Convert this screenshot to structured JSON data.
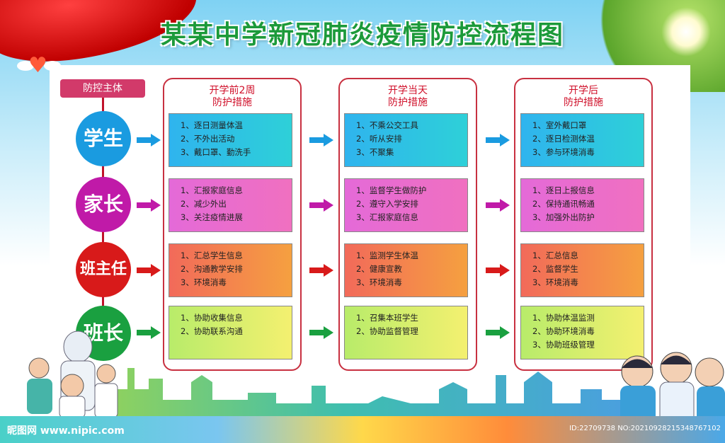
{
  "title": "某某中学新冠肺炎疫情防控流程图",
  "subject_header": "防控主体",
  "subjects": [
    {
      "label": "学生",
      "color": "#1a9be0"
    },
    {
      "label": "家长",
      "color": "#c01aa8"
    },
    {
      "label": "班主任",
      "color": "#d81a1a"
    },
    {
      "label": "班长",
      "color": "#1aa040"
    }
  ],
  "columns": [
    {
      "line1": "开学前2周",
      "line2": "防护措施"
    },
    {
      "line1": "开学当天",
      "line2": "防护措施"
    },
    {
      "line1": "开学后",
      "line2": "防护措施"
    }
  ],
  "rows": [
    {
      "cells": [
        [
          "1、逐日测量体温",
          "2、不外出活动",
          "3、戴口罩、勤洗手"
        ],
        [
          "1、不乘公交工具",
          "2、听从安排",
          "3、不聚集"
        ],
        [
          "1、室外戴口罩",
          "2、逐日检测体温",
          "3、参与环境消毒"
        ]
      ]
    },
    {
      "cells": [
        [
          "1、汇报家庭信息",
          "2、减少外出",
          "3、关注疫情进展"
        ],
        [
          "1、监督学生做防护",
          "2、遵守入学安排",
          "3、汇报家庭信息"
        ],
        [
          "1、逐日上报信息",
          "2、保持通讯畅通",
          "3、加强外出防护"
        ]
      ]
    },
    {
      "cells": [
        [
          "1、汇总学生信息",
          "2、沟通教学安排",
          "3、环境消毒"
        ],
        [
          "1、监测学生体温",
          "2、健康宣教",
          "3、环境消毒"
        ],
        [
          "1、汇总信息",
          "2、监督学生",
          "3、环境消毒"
        ]
      ]
    },
    {
      "cells": [
        [
          "1、协助收集信息",
          "2、协助联系沟通"
        ],
        [
          "1、召集本班学生",
          "2、协助监督管理"
        ],
        [
          "1、协助体温监测",
          "2、协助环境消毒",
          "3、协助班级管理"
        ]
      ]
    }
  ],
  "row_gradients": [
    [
      "#2fb4ee",
      "#2ed0d8"
    ],
    [
      "#e46ad8",
      "#f070c0"
    ],
    [
      "#f26a5a",
      "#f5a040"
    ],
    [
      "#b8ec6a",
      "#f4f070"
    ]
  ],
  "watermark_left": "昵图网 www.nipic.com",
  "watermark_right": "ID:22709738 NO:20210928215348767102"
}
